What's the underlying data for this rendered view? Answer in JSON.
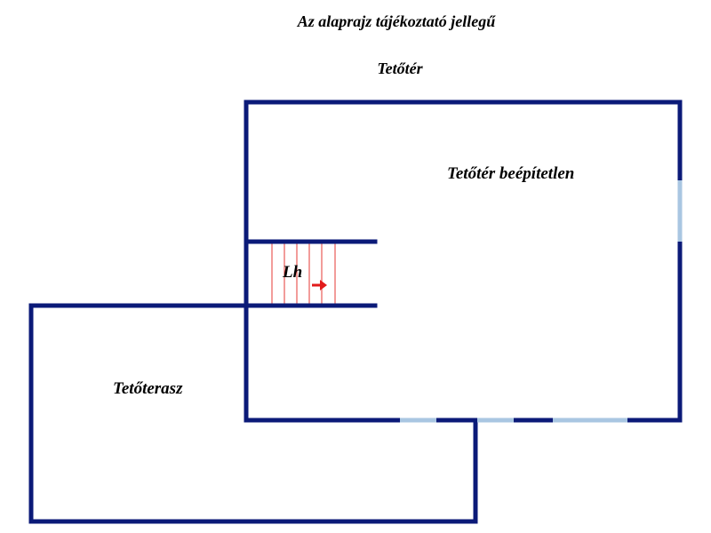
{
  "header": {
    "note": "Az alaprajz tájékoztató jellegű",
    "floor_name": "Tetőtér"
  },
  "rooms": {
    "main": "Tetőtér beépítetlen",
    "stair": "Lh",
    "terrace": "Tetőterasz"
  },
  "colors": {
    "wall": "#0b1a78",
    "window": "#a9c6e2",
    "stair_lines": "#e53935",
    "stair_arrow": "#e21a1a"
  }
}
